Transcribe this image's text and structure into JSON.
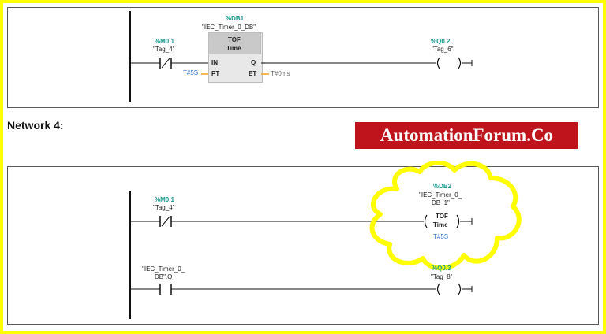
{
  "network3": {
    "contact": {
      "address": "%M0.1",
      "tag": "\"Tag_4\""
    },
    "timer_block": {
      "db_address": "%DB1",
      "db_name": "\"IEC_Timer_0_DB\"",
      "type": "TOF",
      "type_sub": "Time",
      "pin_in": "IN",
      "pin_pt": "PT",
      "pin_q": "Q",
      "pin_et": "ET",
      "pt_value": "T#5S",
      "et_value": "T#0ms"
    },
    "coil": {
      "address": "%Q0.2",
      "tag": "\"Tag_6\""
    }
  },
  "network4": {
    "title": "Network 4:",
    "contact1": {
      "address": "%M0.1",
      "tag": "\"Tag_4\""
    },
    "timer_coil": {
      "db_address": "%DB2",
      "db_name_line1": "\"IEC_Timer_0_",
      "db_name_line2": "DB_1\"",
      "type": "TOF",
      "type_sub": "Time",
      "preset": "T#5S"
    },
    "contact2": {
      "tag_line1": "\"IEC_Timer_0_",
      "tag_line2": "DB\".Q"
    },
    "coil2": {
      "address": "%Q0.3",
      "tag": "\"Tag_8\""
    }
  },
  "watermark": {
    "text": "AutomationForum.Co",
    "background": "#c0141c"
  },
  "colors": {
    "border": "#ffff00",
    "address": "#1a9b8e",
    "parameter": "#2f6bc9",
    "highlight": "#ffff00"
  }
}
